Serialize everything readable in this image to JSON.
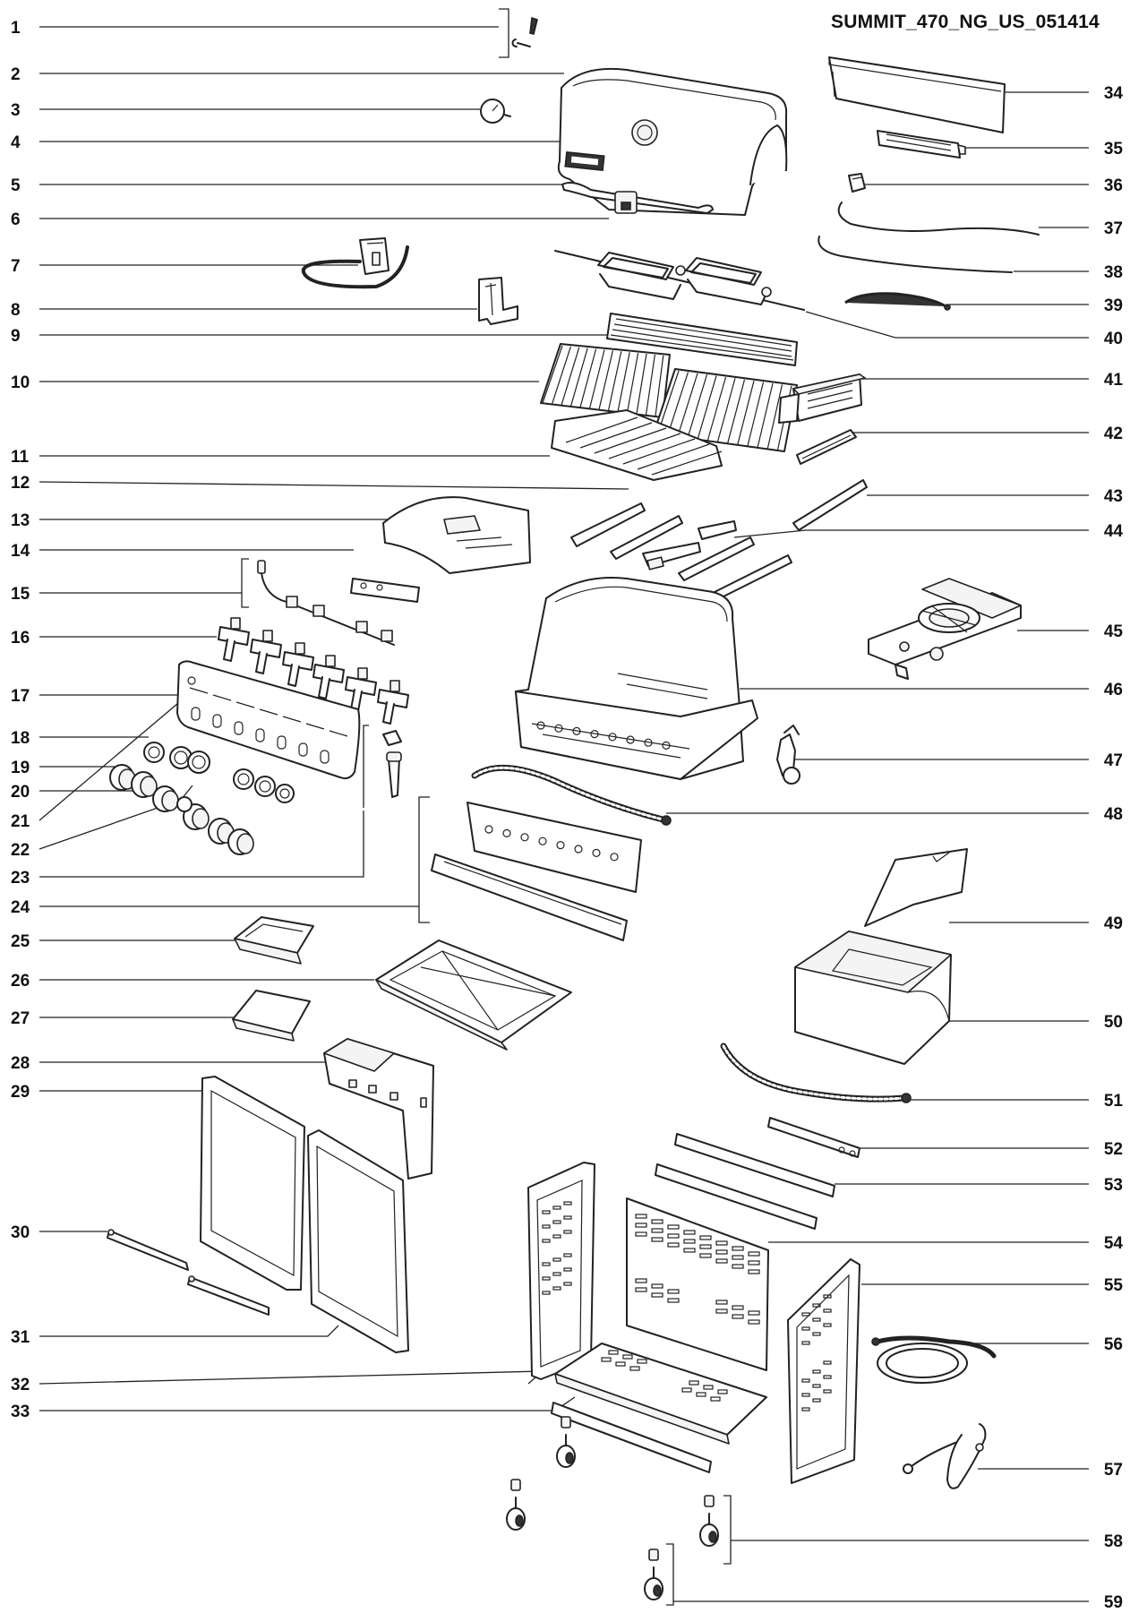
{
  "diagram": {
    "model_code": "SUMMIT_470_NG_US_051414",
    "callouts_left": [
      "1",
      "2",
      "3",
      "4",
      "5",
      "6",
      "7",
      "8",
      "9",
      "10",
      "11",
      "12",
      "13",
      "14",
      "15",
      "16",
      "17",
      "18",
      "19",
      "20",
      "21",
      "22",
      "23",
      "24",
      "25",
      "26",
      "27",
      "28",
      "29",
      "30",
      "31",
      "32",
      "33"
    ],
    "callouts_right": [
      "34",
      "35",
      "36",
      "37",
      "38",
      "39",
      "40",
      "41",
      "42",
      "43",
      "44",
      "45",
      "46",
      "47",
      "48",
      "49",
      "50",
      "51",
      "52",
      "53",
      "54",
      "55",
      "56",
      "57",
      "58",
      "59"
    ]
  }
}
